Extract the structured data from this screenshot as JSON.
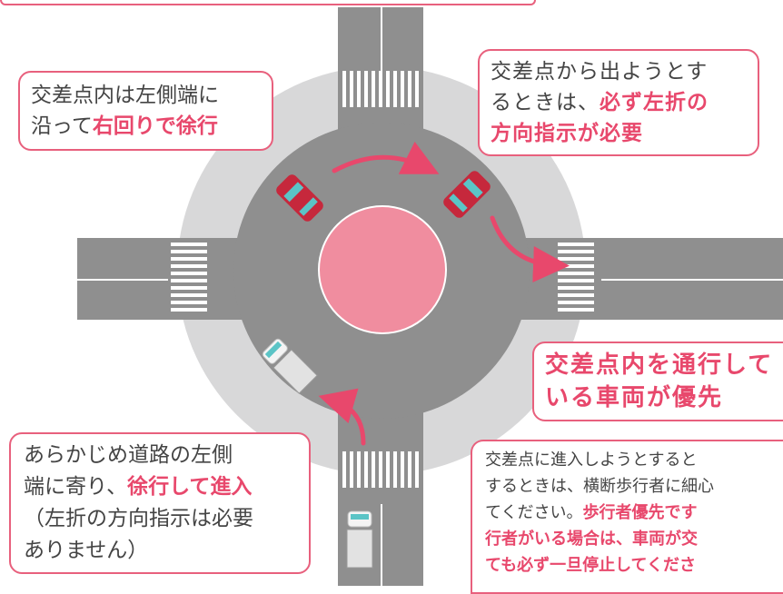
{
  "colors": {
    "road": "#8f8f8f",
    "ring": "#d8d8d9",
    "island": "#f08d9f",
    "accent": "#e8486c",
    "callout_border": "#e8607d",
    "text": "#444444"
  },
  "callouts": {
    "top_left": {
      "line1": "交差点内は左側端に",
      "line2_plain": "沿って",
      "line2_highlight": "右回りで徐行"
    },
    "top_right": {
      "line1": "交差点から出ようとす",
      "line2_plain": "るときは、",
      "line2_highlight": "必ず左折の",
      "line3_highlight": "方向指示が必要"
    },
    "middle_right": {
      "line1": "交差点内を通行して",
      "line2": "いる車両が優先"
    },
    "bottom_left": {
      "line1": "あらかじめ道路の左側",
      "line2_plain": "端に寄り、",
      "line2_highlight": "徐行して進入",
      "line3": "（左折の方向指示は必要",
      "line4": "ありません）"
    },
    "bottom_right": {
      "line1": "交差点に進入しようとすると",
      "line2": "するときは、横断歩行者に細心",
      "line3_plain": "てください。",
      "line3_highlight": "歩行者優先です",
      "line4_highlight": "行者がいる場合は、車両が交",
      "line5_highlight": "ても必ず一旦停止してくださ"
    }
  },
  "icons": [
    "car-red-icon",
    "car-white-icon",
    "arrow-icon"
  ]
}
